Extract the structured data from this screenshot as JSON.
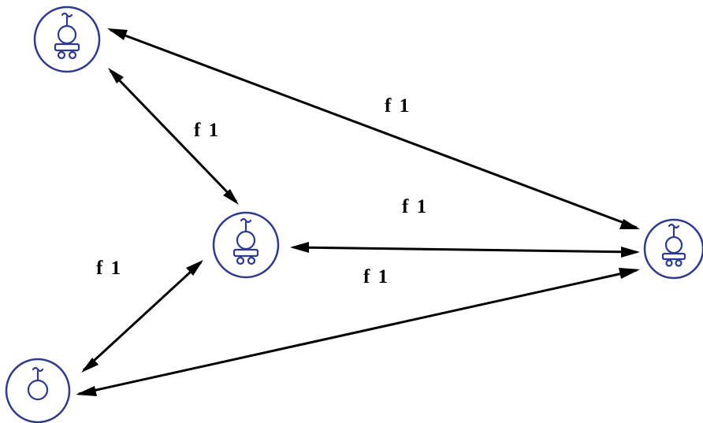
{
  "colors": {
    "node": "#2e3a8c",
    "edge": "#000000"
  },
  "nodes": [
    {
      "id": "node-top-left",
      "icon": "mobile-robot-icon",
      "has_wheels": true
    },
    {
      "id": "node-center",
      "icon": "mobile-robot-icon",
      "has_wheels": true
    },
    {
      "id": "node-right",
      "icon": "mobile-robot-icon",
      "has_wheels": true
    },
    {
      "id": "node-bottom-left",
      "icon": "antenna-station-icon",
      "has_wheels": false
    }
  ],
  "edges": [
    {
      "from": "node-top-left",
      "to": "node-right",
      "label": "f 1",
      "bidirectional": true
    },
    {
      "from": "node-top-left",
      "to": "node-center",
      "label": "f 1",
      "bidirectional": true
    },
    {
      "from": "node-center",
      "to": "node-right",
      "label": "f 1",
      "bidirectional": true
    },
    {
      "from": "node-bottom-left",
      "to": "node-right",
      "label": "f 1",
      "bidirectional": true
    },
    {
      "from": "node-bottom-left",
      "to": "node-center",
      "label": "f 1",
      "bidirectional": true
    }
  ]
}
